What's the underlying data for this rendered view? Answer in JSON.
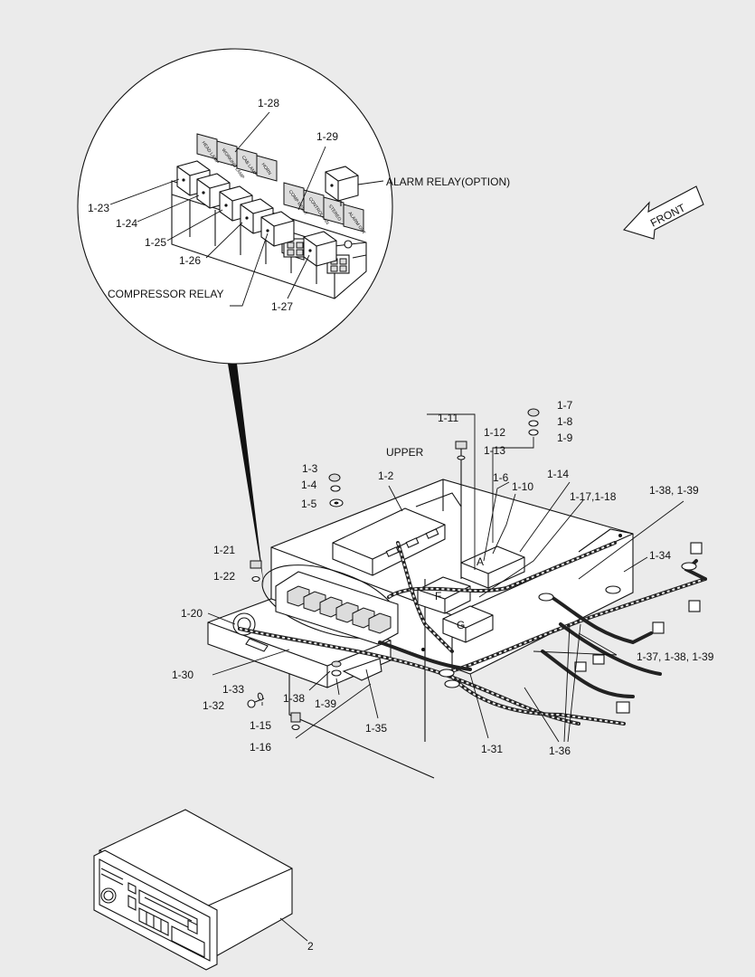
{
  "colors": {
    "background": "#ebebeb",
    "line": "#111111"
  },
  "labels": {
    "l1_28": "1-28",
    "l1_29": "1-29",
    "l1_23": "1-23",
    "l1_24": "1-24",
    "l1_25": "1-25",
    "l1_26": "1-26",
    "l1_27": "1-27",
    "alarm_relay": "ALARM RELAY(OPTION)",
    "compressor_relay": "COMPRESSOR RELAY",
    "front": "FRONT",
    "upper": "UPPER",
    "l1_2": "1-2",
    "l1_3": "1-3",
    "l1_4": "1-4",
    "l1_5": "1-5",
    "l1_6": "1-6",
    "l1_7": "1-7",
    "l1_8": "1-8",
    "l1_9": "1-9",
    "l1_10": "1-10",
    "l1_11": "1-11",
    "l1_12": "1-12",
    "l1_13": "1-13",
    "l1_14": "1-14",
    "l1_15": "1-15",
    "l1_16": "1-16",
    "l1_17_18": "1-17,1-18",
    "l1_20": "1-20",
    "l1_21": "1-21",
    "l1_22": "1-22",
    "l1_30": "1-30",
    "l1_31": "1-31",
    "l1_32": "1-32",
    "l1_33": "1-33",
    "l1_34": "1-34",
    "l1_35": "1-35",
    "l1_36": "1-36",
    "l1_37_38_39": "1-37, 1-38, 1-39",
    "l1_38_39": "1-38, 1-39",
    "l1_38": "1-38",
    "l1_39": "1-39",
    "l2": "2",
    "fuse_a": "A",
    "fuse_f": "F",
    "fuse_g": "G"
  },
  "fuse_tags_top": [
    "HEAD LAMP",
    "WORKING LAMP",
    "CAB LAMP",
    "HORN"
  ],
  "fuse_tags_bottom": [
    "COMP RELAY",
    "CONTROL FAN",
    "STEREO",
    "ALARM OPT"
  ]
}
